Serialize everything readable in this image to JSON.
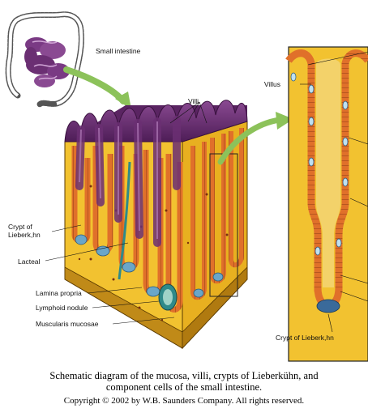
{
  "labels": {
    "small_intestine": "Small intestine",
    "villi": "Villi",
    "villus": "Villus",
    "crypt_left_1": "Crypt of",
    "crypt_left_2": "Lieberk,hn",
    "lacteal": "Lacteal",
    "lamina_propria": "Lamina propria",
    "lymphoid_nodule": "Lymphoid nodule",
    "muscularis_mucosae": "Muscularis mucosae",
    "crypt_right": "Crypt of Lieberk,hn"
  },
  "caption": {
    "line1": "Schematic diagram of the mucosa, villi, crypts of Lieberkühn, and",
    "line2": "component cells of the small intestine.",
    "copyright": "Copyright © 2002 by W.B. Saunders Company. All rights reserved."
  },
  "colors": {
    "purple": "#6b2f73",
    "purple_light": "#9a5aa2",
    "yellow": "#f2c230",
    "orange": "#e0702a",
    "arrow_green": "#8cc25a",
    "teal": "#2f8a8a",
    "blue_cell": "#7fb0d0"
  }
}
